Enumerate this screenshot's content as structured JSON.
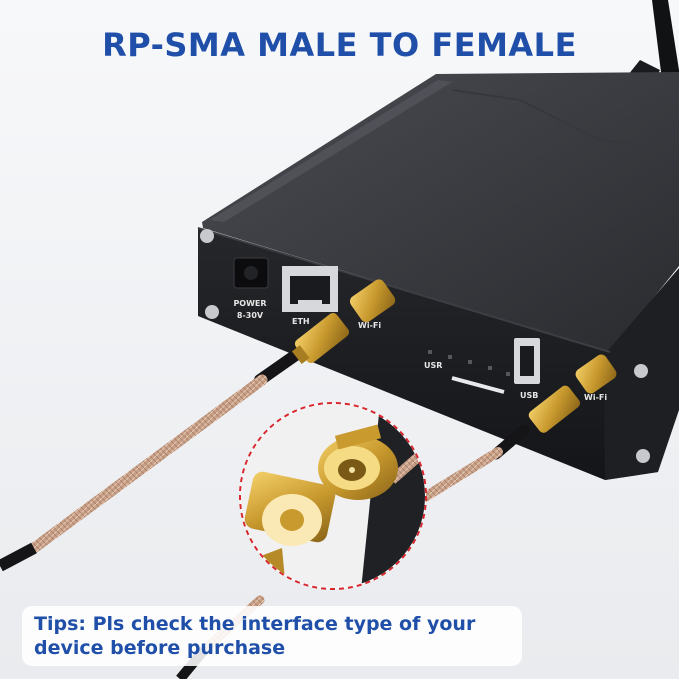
{
  "headline": "RP-SMA MALE TO FEMALE",
  "tips": {
    "line1": "Tips: Pls check the interface type of your",
    "line2": "device before purchase"
  },
  "device_labels": {
    "power_line1": "POWER",
    "power_line2": "8-30V",
    "eth": "ETH",
    "wifi_left": "Wi-Fi",
    "usr": "USR",
    "usb": "USB",
    "wifi_right": "Wi-Fi"
  },
  "colors": {
    "headline": "#1f4fa8",
    "device_body": "#1c1d20",
    "brass": "#c99a2e",
    "cable": "#c79f86"
  }
}
